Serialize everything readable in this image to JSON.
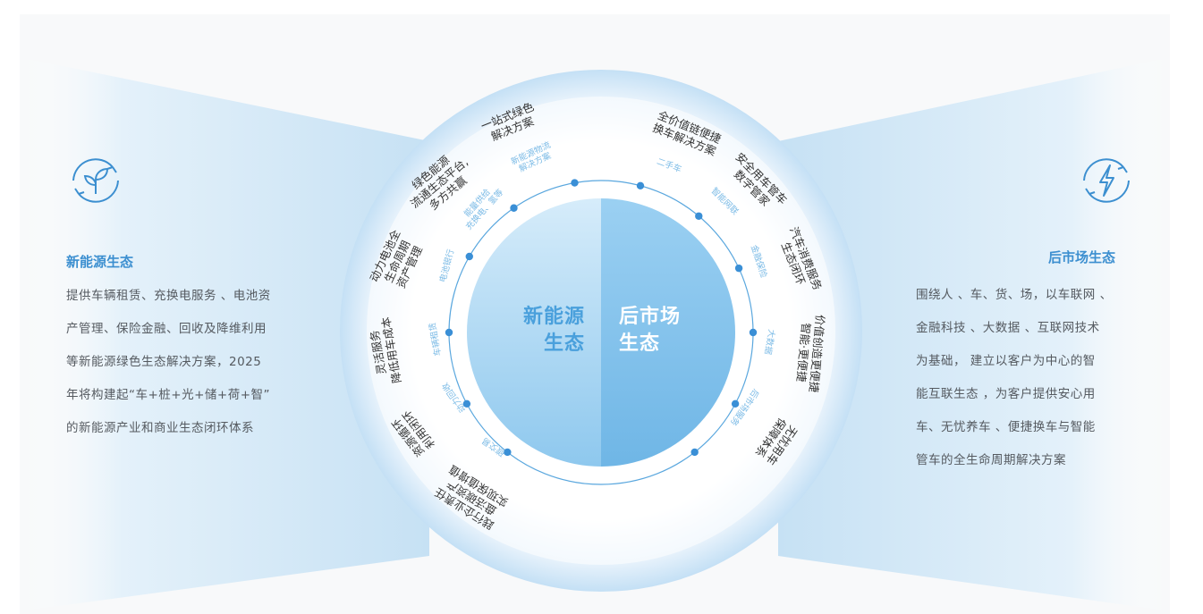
{
  "left_panel": {
    "icon": "leaf-recycle-icon",
    "title": "新能源生态",
    "lines": [
      "提供车辆租赁、充换电服务 、电池资",
      "产管理、保险金融、回收及降维利用",
      "等新能源绿色生态解决方案，2025",
      "年将构建起“车+桩+光+储+荷+智”",
      "的新能源产业和商业生态闭环体系"
    ]
  },
  "right_panel": {
    "icon": "lightning-recycle-icon",
    "title": "后市场生态",
    "lines": [
      "围绕人 、车、货、场，以车联网 、",
      "金融科技 、大数据 、互联网技术",
      "为基础， 建立以客户为中心的智",
      "能互联生态 ，为客户提供安心用",
      "车、无忧养车 、便捷换车与智能",
      "管车的全生命周期解决方案"
    ]
  },
  "center": {
    "left_half": [
      "新能源",
      "生态"
    ],
    "right_half": [
      "后市场",
      "生态"
    ]
  },
  "outer_items": [
    {
      "lines": [
        "一站式绿色",
        "解决方案"
      ]
    },
    {
      "lines": [
        "绿色能源",
        "流通生态平台,",
        "多方共赢"
      ]
    },
    {
      "lines": [
        "动力电池全",
        "生命周期",
        "资产管理"
      ]
    },
    {
      "lines": [
        "灵活服务",
        "降低用车成本"
      ]
    },
    {
      "lines": [
        "资源循环",
        "利用闭环"
      ]
    },
    {
      "lines": [
        "践行企业责任",
        "盘活碳资产",
        "实现保值增值"
      ]
    },
    {
      "lines": [
        "全价值链便捷",
        "换车解决方案"
      ]
    },
    {
      "lines": [
        "安全用车管车",
        "数字管家"
      ]
    },
    {
      "lines": [
        "汽车消费服务",
        "生态闭环"
      ]
    },
    {
      "lines": [
        "价值创造更便捷",
        "智能·更便捷"
      ]
    },
    {
      "lines": [
        "无忧用车",
        "保障体系"
      ]
    }
  ],
  "inner_items": [
    {
      "lines": [
        "新能源物流",
        "解决方案"
      ]
    },
    {
      "lines": [
        "能量供给",
        "充换电、氢等"
      ]
    },
    {
      "lines": [
        "电池银行"
      ]
    },
    {
      "lines": [
        "车辆租赁"
      ]
    },
    {
      "lines": [
        "动力回收"
      ]
    },
    {
      "lines": [
        "碳交易"
      ]
    },
    {
      "lines": [
        "二手车"
      ]
    },
    {
      "lines": [
        "智能网联"
      ]
    },
    {
      "lines": [
        "金融保险"
      ]
    },
    {
      "lines": [
        "大数据"
      ]
    },
    {
      "lines": [
        "后市场服务"
      ]
    }
  ],
  "colors": {
    "accent": "#3c8fd0",
    "ring": "#3a8fd6",
    "wing": "#cfe6f6",
    "half_gradient_top": "#cfe8f8",
    "half_gradient_bottom": "#7fbfe9"
  }
}
